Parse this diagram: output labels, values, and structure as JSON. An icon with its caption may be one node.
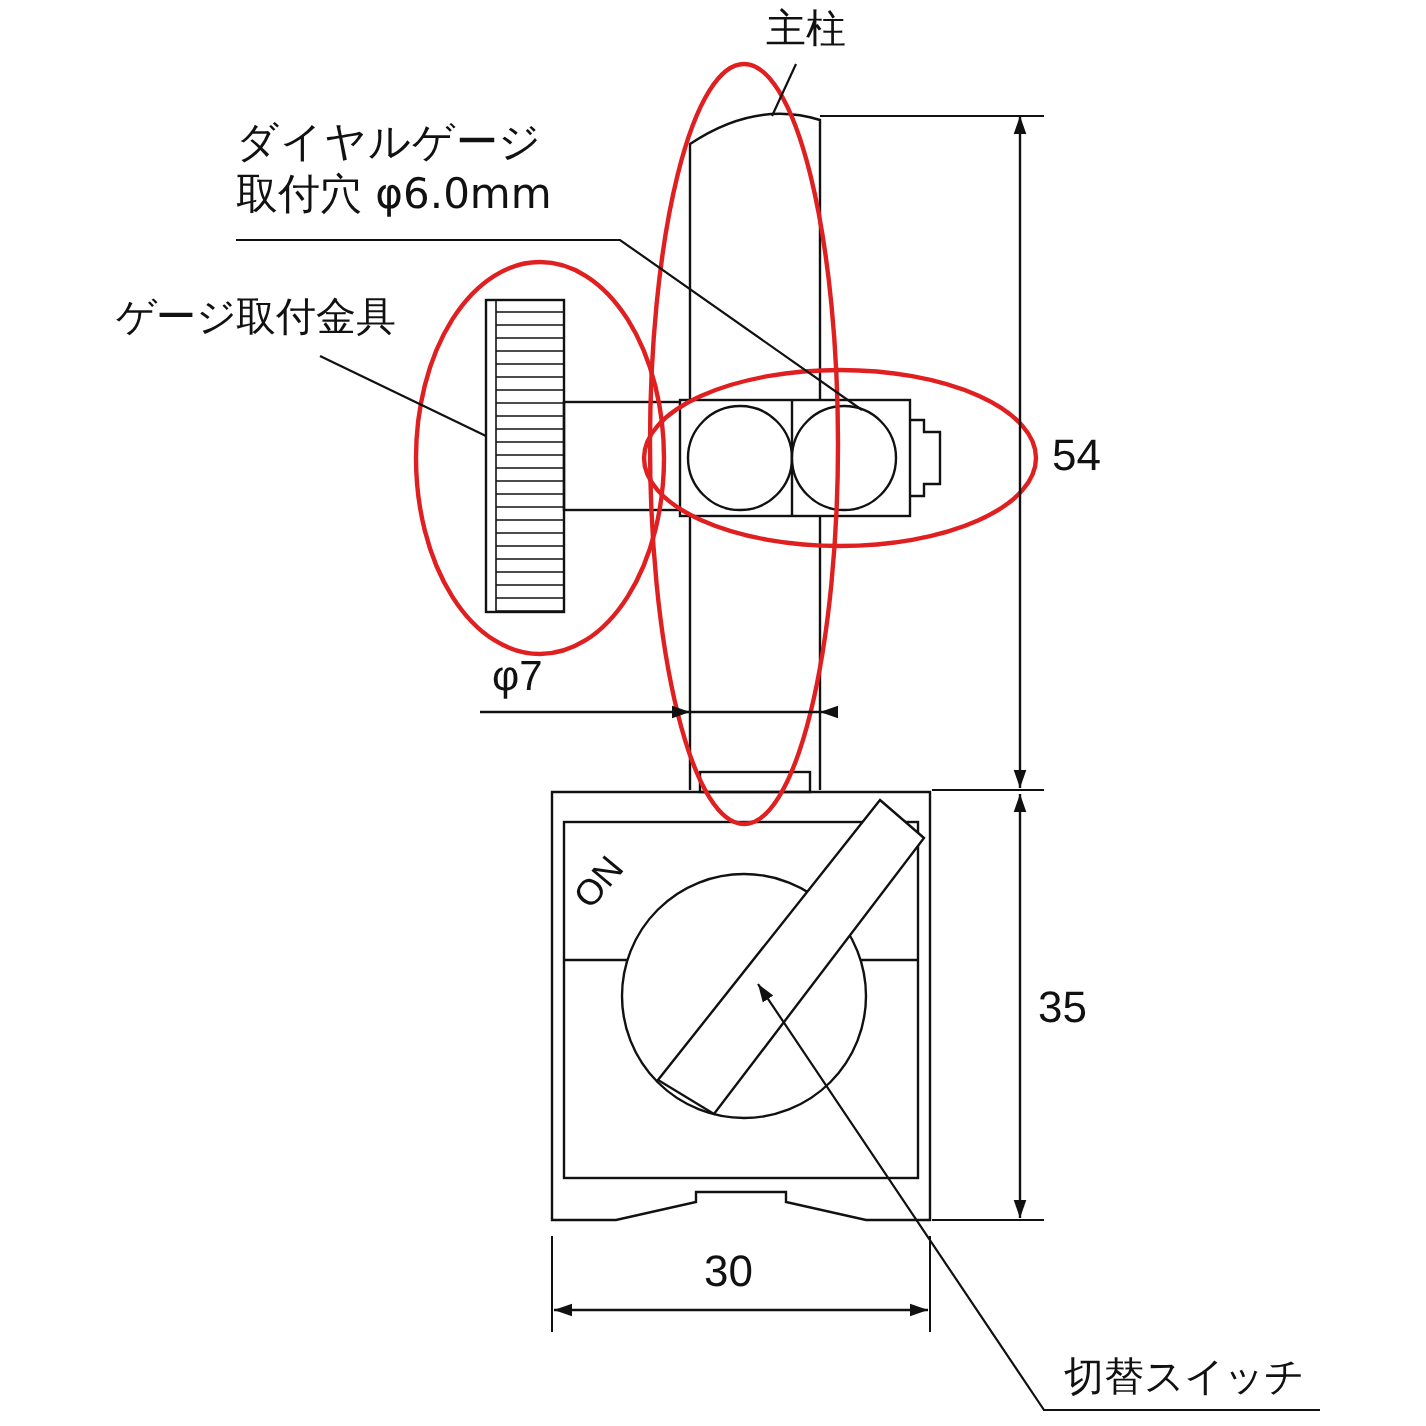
{
  "diagram": {
    "nodes": [
      {
        "text": [
          "主柱"
        ]
      },
      {
        "text": [
          "ダイヤルゲージ取付穴 φ6.0mm"
        ]
      },
      {
        "text": [
          "ゲージ取付金具"
        ]
      },
      {
        "text": [],
        "shape": "picture"
      },
      {
        "text": [],
        "shape": "circle"
      },
      {
        "text": [],
        "shape": "bar"
      },
      {
        "text": [],
        "shape": "bar"
      },
      {
        "text": [
          "切替スイッチ"
        ]
      }
    ],
    "edges": [
      {
        "from": 0,
        "to": 5,
        "arrow": "none"
      },
      {
        "from": 1,
        "to": 4,
        "arrow": "none"
      },
      {
        "from": 2,
        "to": 3,
        "arrow": "none"
      },
      {
        "from": 7,
        "to": 6,
        "arrow": "to"
      }
    ],
    "labels": [
      "54",
      "φ7",
      "35",
      "30",
      "ON"
    ]
  }
}
